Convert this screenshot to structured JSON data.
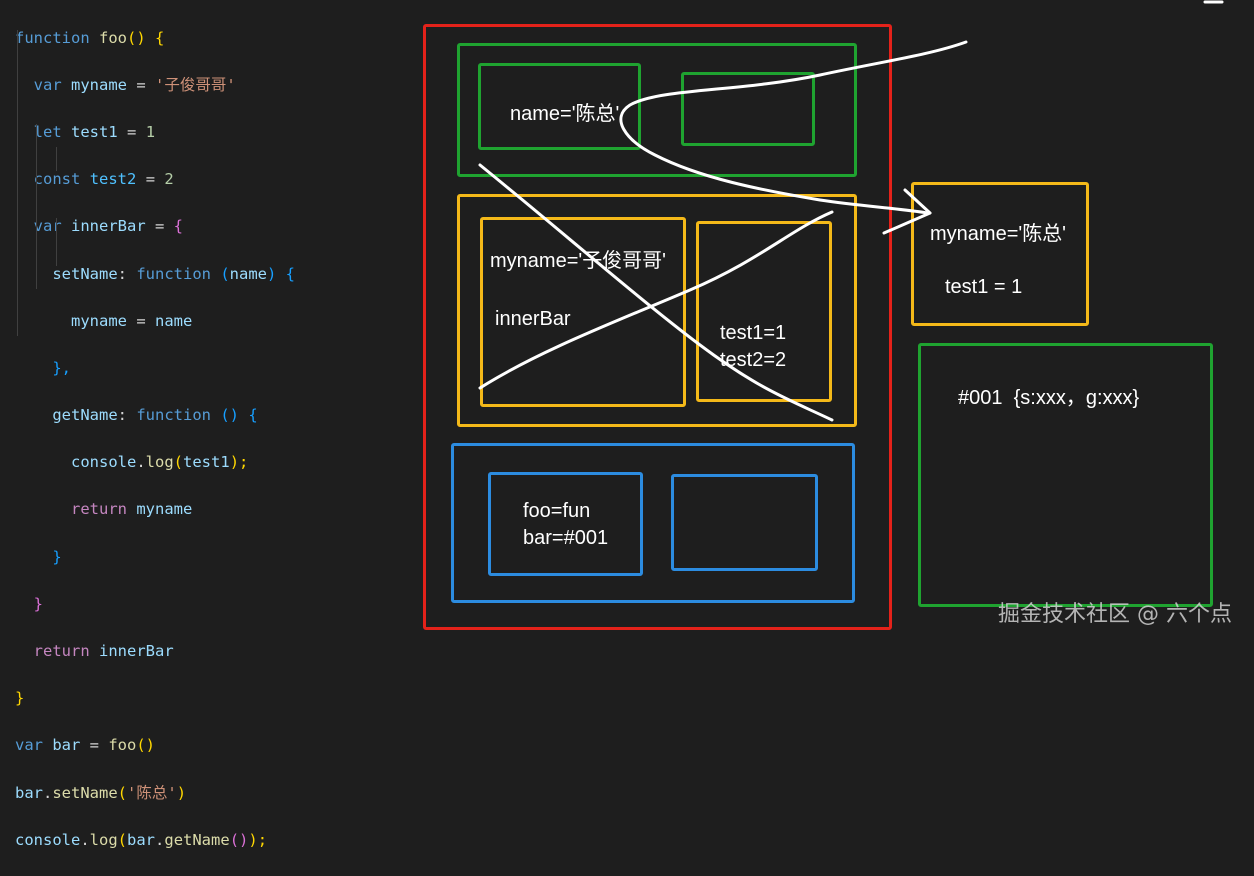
{
  "code": {
    "l1": {
      "a": "function",
      "b": "foo",
      "c": "() {"
    },
    "l2": {
      "a": "var",
      "b": "myname",
      "c": " = ",
      "d": "'子俊哥哥'"
    },
    "l3": {
      "a": "let",
      "b": "test1",
      "c": " = ",
      "d": "1"
    },
    "l4": {
      "a": "const",
      "b": "test2",
      "c": " = ",
      "d": "2"
    },
    "l5": {
      "a": "var",
      "b": "innerBar",
      "c": " = ",
      "d": "{"
    },
    "l6": {
      "a": "setName",
      "b": ": ",
      "c": "function",
      "d": "(",
      "e": "name",
      "f": ") {"
    },
    "l7": {
      "a": "myname",
      "b": " = ",
      "c": "name"
    },
    "l8": {
      "a": "},"
    },
    "l9": {
      "a": "getName",
      "b": ": ",
      "c": "function",
      "d": "() {"
    },
    "l10": {
      "a": "console",
      "b": ".",
      "c": "log",
      "d": "(",
      "e": "test1",
      "f": ");"
    },
    "l11": {
      "a": "return",
      "b": "myname"
    },
    "l12": {
      "a": "}"
    },
    "l13": {
      "a": "}"
    },
    "l14": {
      "a": "return",
      "b": "innerBar"
    },
    "l15": {
      "a": "}"
    },
    "l16": {
      "a": "var",
      "b": "bar",
      "c": " = ",
      "d": "foo",
      "e": "()"
    },
    "l17": {
      "a": "bar",
      "b": ".",
      "c": "setName",
      "d": "(",
      "e": "'陈总'",
      "f": ")"
    },
    "l18": {
      "a": "console",
      "b": ".",
      "c": "log",
      "d": "(",
      "e": "bar",
      "f": ".",
      "g": "getName",
      "h": "()",
      "i": ");"
    }
  },
  "diagram": {
    "name_label": "name='陈总'",
    "myname_inner": "myname='子俊哥哥'",
    "innerbar_label": "innerBar",
    "test1_label": "test1=1",
    "test2_label": "test2=2",
    "foo_label": "foo=fun",
    "bar_label": "bar=#001",
    "closure_myname": "myname='陈总'",
    "closure_test1": "test1 = 1",
    "heap_label": "#001  {s:xxx，g:xxx}"
  },
  "colors": {
    "execution_context": "#e4221a",
    "variable_env": "#1fa330",
    "lexical_env": "#f4b919",
    "global": "#2c8ce0",
    "background": "#1e1e1e"
  },
  "watermark": "掘金技术社区 @ 六个点"
}
